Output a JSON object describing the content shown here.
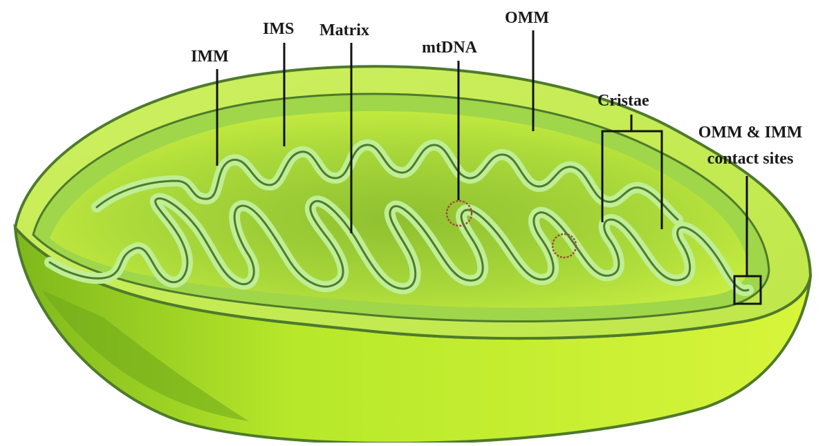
{
  "labels": {
    "imm": "IMM",
    "ims": "IMS",
    "matrix": "Matrix",
    "mtdna": "mtDNA",
    "omm": "OMM",
    "cristae": "Cristae",
    "contact_line1": "OMM & IMM",
    "contact_line2": "contact sites"
  },
  "colors": {
    "outer_body": "#b7e82a",
    "outer_body_light": "#d6f33a",
    "outer_body_dark": "#7fb81c",
    "rim": "#c9ef52",
    "rim_stroke": "#5a8a2a",
    "ims_fill": "#a5e27a",
    "cristae_fill": "#c2f09a",
    "matrix_fill": "#b7e13a",
    "matrix_dark": "#8fc030",
    "stroke": "#4e7a2c",
    "dna": "#a04a3a",
    "label_line": "#111111"
  }
}
